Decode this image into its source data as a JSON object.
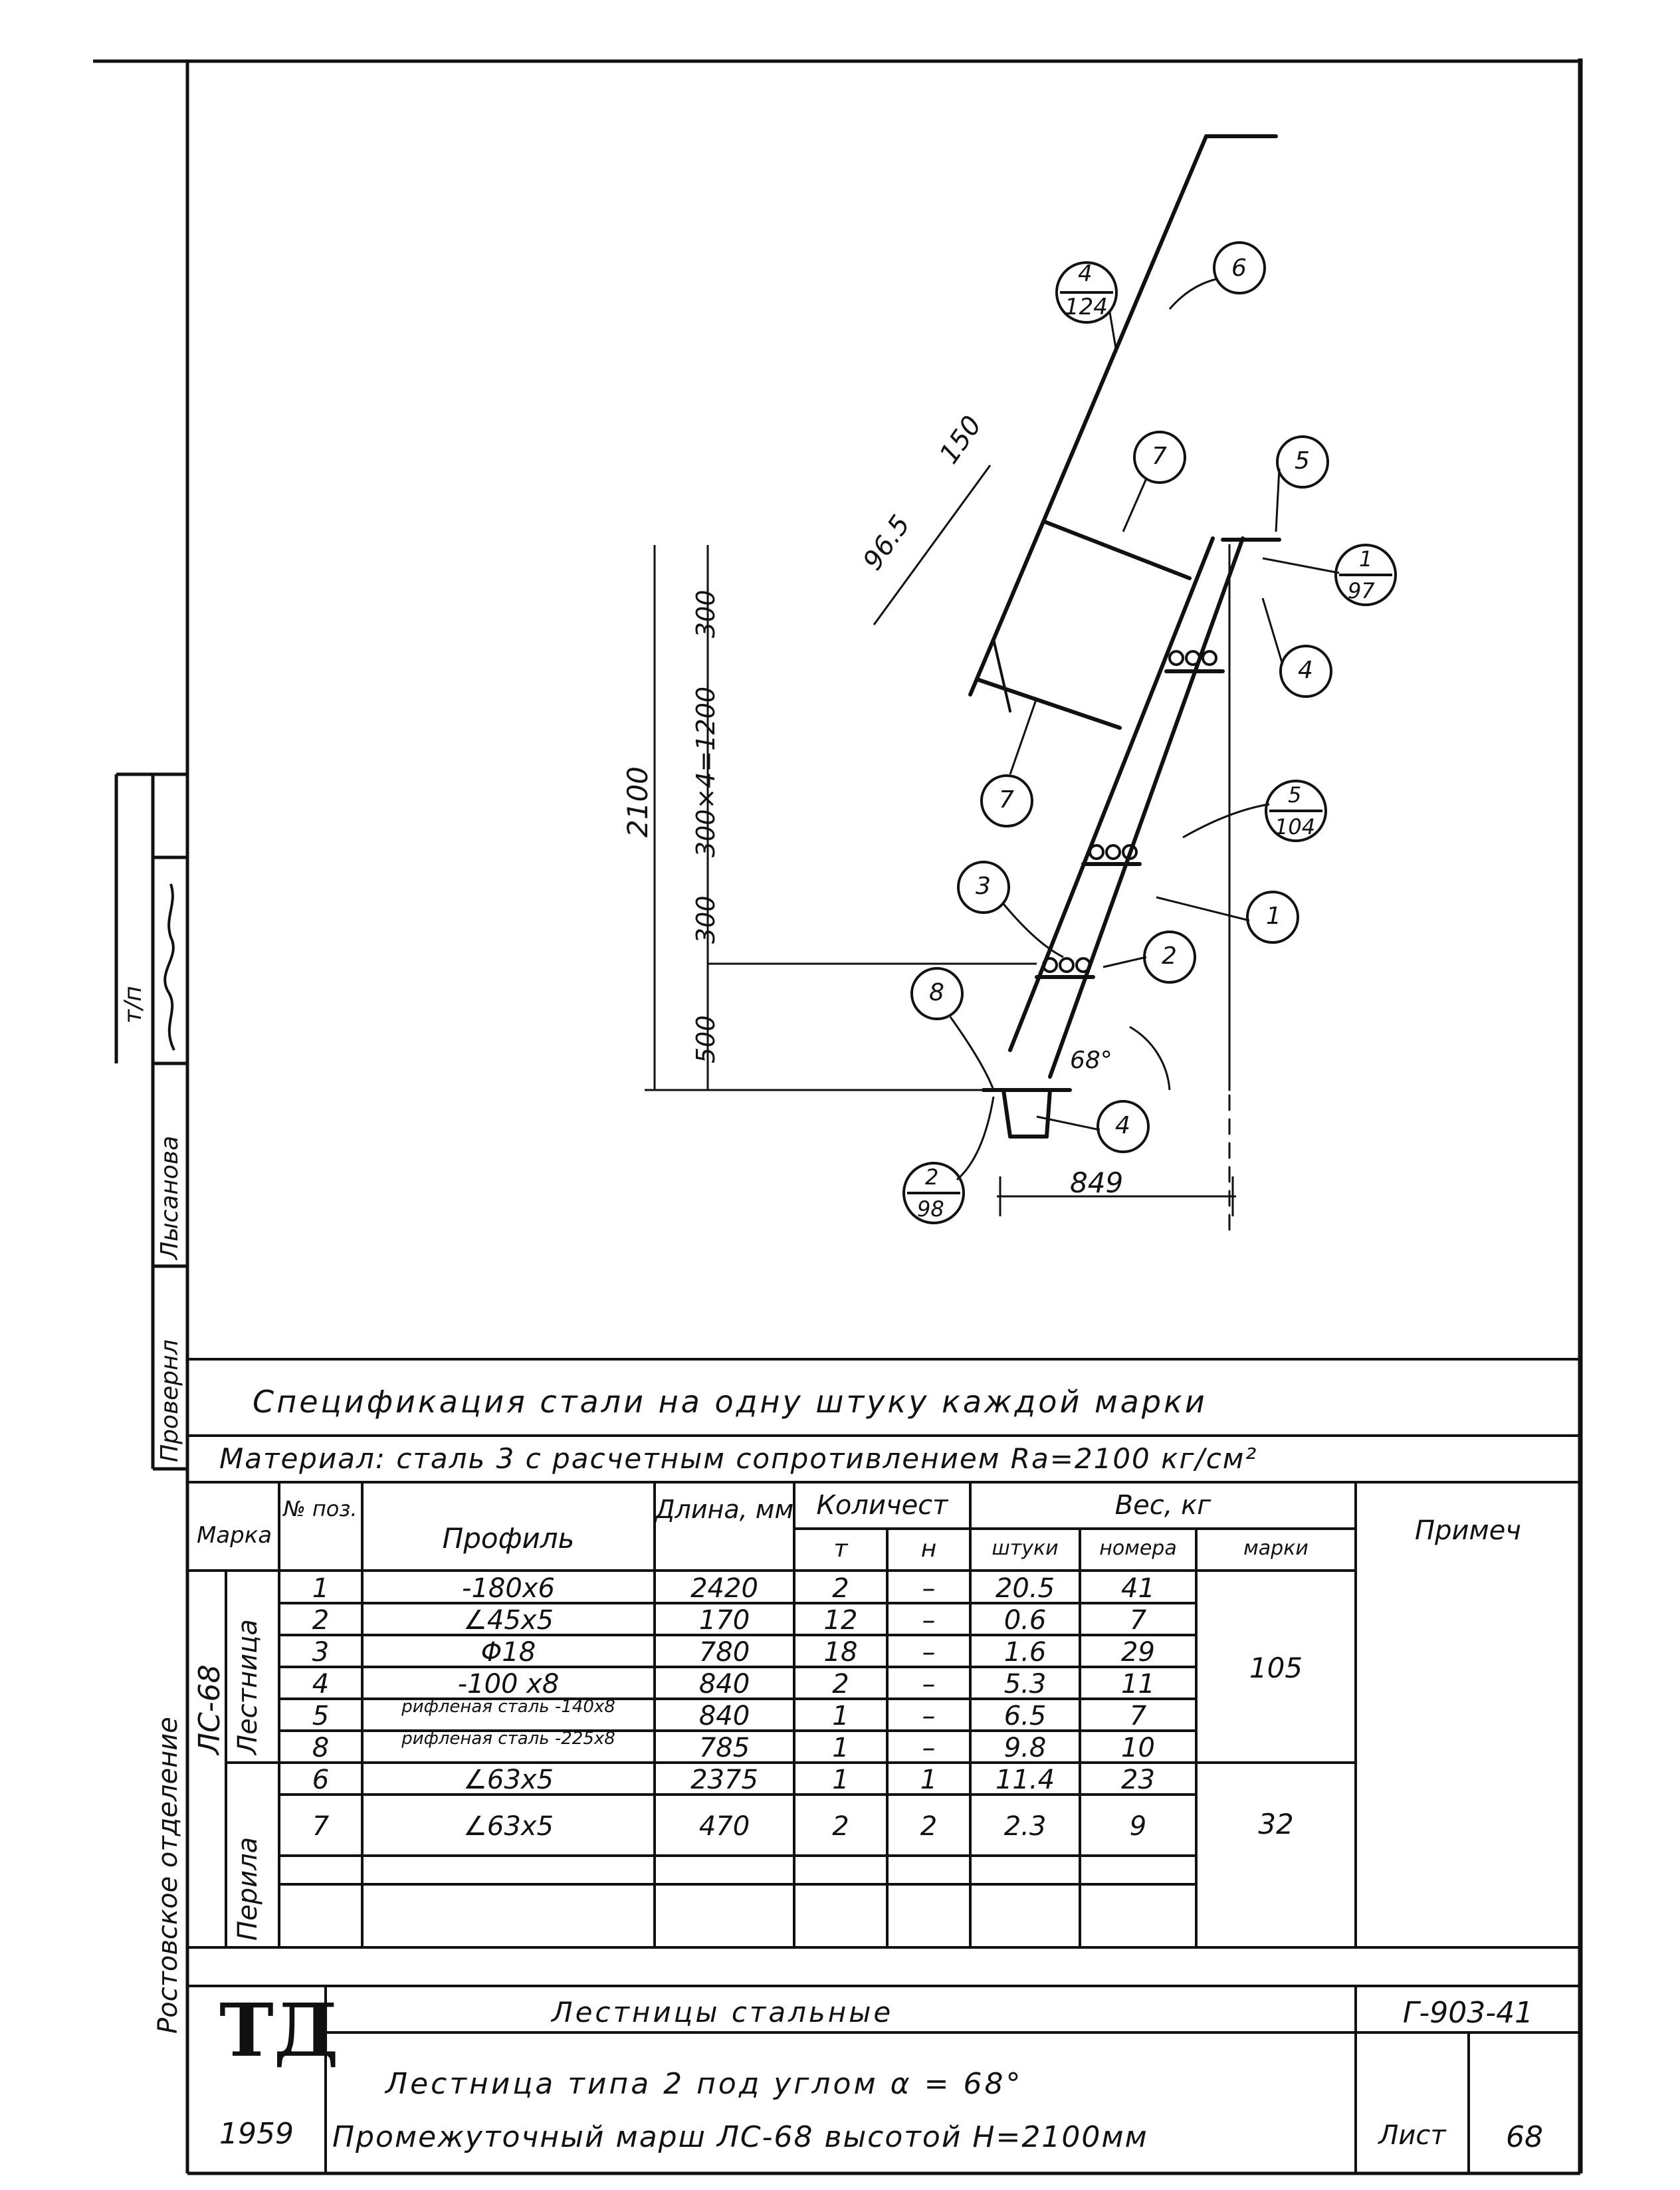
{
  "drawing": {
    "dims": {
      "total_height": "2100",
      "dim_top": "300",
      "dim_mid": "300×4=1200",
      "dim_300": "300",
      "dim_500": "500",
      "step": "96.5",
      "step2": "150",
      "width": "849",
      "angle": "68°"
    },
    "callouts": {
      "c6": "6",
      "c4_124_top": "4",
      "c4_124_bot": "124",
      "c7_top": "7",
      "c5_top": "5",
      "c1_97_top": "1",
      "c1_97_bot": "97",
      "c4_right": "4",
      "c7_left": "7",
      "c5_104_top": "5",
      "c5_104_bot": "104",
      "c1_right": "1",
      "c3": "3",
      "c2": "2",
      "c8": "8",
      "c4_bottom": "4",
      "c2_98_top": "2",
      "c2_98_bot": "98"
    }
  },
  "stamp_left": {
    "proveril": "Провернл",
    "name": "Лысанова",
    "tp": "т/п",
    "org": "Ростовское отделение"
  },
  "spec": {
    "title": "Спецификация стали   на одну штуку каждой марки",
    "material": "Материал: сталь 3 с расчетным сопротивлением Rа=2100 кг/см²",
    "headers": {
      "marka": "Марка",
      "no_pos": "№ поз.",
      "profile": "Профиль",
      "length": "Длина, мм",
      "qty": "Количест",
      "qty_t": "т",
      "qty_n": "н",
      "weight": "Вес, кг",
      "w_piece": "штуки",
      "w_numbers": "номера",
      "w_mark": "марки",
      "note": "Примеч"
    },
    "mark": "ЛС-68",
    "group1": "Лестница",
    "group2": "Перила",
    "group1_mark_weight": "105",
    "group2_mark_weight": "32",
    "rows": [
      {
        "pos": "1",
        "profile": "-180x6",
        "len": "2420",
        "t": "2",
        "n": "–",
        "piece": "20.5",
        "numw": "41"
      },
      {
        "pos": "2",
        "profile": "∠45x5",
        "len": "170",
        "t": "12",
        "n": "–",
        "piece": "0.6",
        "numw": "7"
      },
      {
        "pos": "3",
        "profile": "Φ18",
        "len": "780",
        "t": "18",
        "n": "–",
        "piece": "1.6",
        "numw": "29"
      },
      {
        "pos": "4",
        "profile": "-100 x8",
        "len": "840",
        "t": "2",
        "n": "–",
        "piece": "5.3",
        "numw": "11"
      },
      {
        "pos": "5",
        "profile": "рифленая сталь -140x8",
        "len": "840",
        "t": "1",
        "n": "–",
        "piece": "6.5",
        "numw": "7"
      },
      {
        "pos": "8",
        "profile": "рифленая сталь -225x8",
        "len": "785",
        "t": "1",
        "n": "–",
        "piece": "9.8",
        "numw": "10"
      },
      {
        "pos": "6",
        "profile": "∠63x5",
        "len": "2375",
        "t": "1",
        "n": "1",
        "piece": "11.4",
        "numw": "23"
      },
      {
        "pos": "7",
        "profile": "∠63x5",
        "len": "470",
        "t": "2",
        "n": "2",
        "piece": "2.3",
        "numw": "9"
      }
    ]
  },
  "titleblock": {
    "logo": "ТД",
    "year": "1959",
    "line1": "Лестницы стальные",
    "line2": "Лестница типа 2  под углом α = 68°",
    "line3": "Промежуточный  марш ЛС-68 высотой Н=2100мм",
    "code": "Г-903-41",
    "sheet_label": "Лист",
    "sheet_no": "68"
  }
}
